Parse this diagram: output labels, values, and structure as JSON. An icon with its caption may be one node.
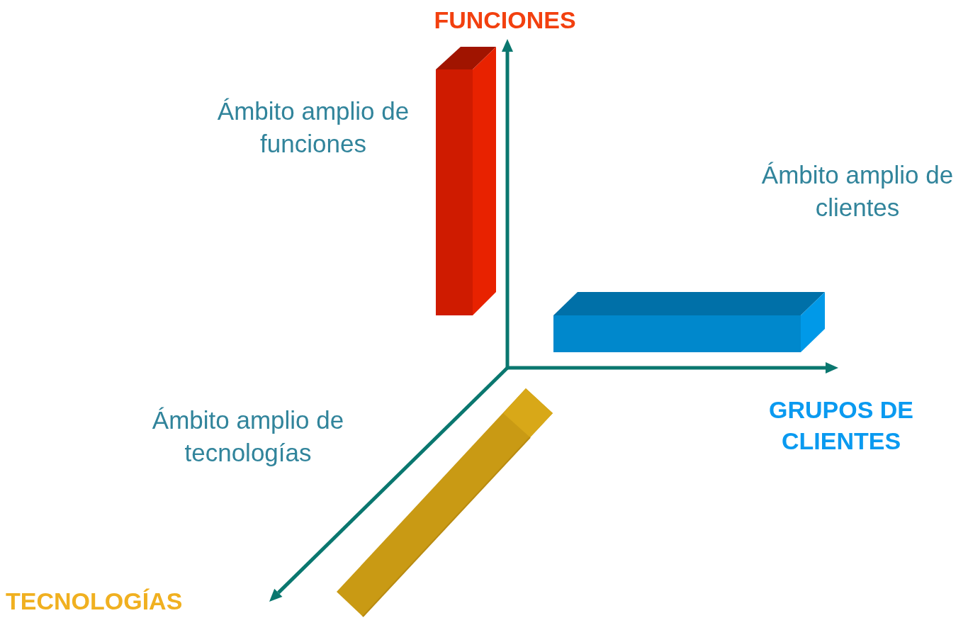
{
  "diagram": {
    "labels": [
      "FUNCIONES",
      "Ámbito amplio de funciones",
      "Ámbito amplio de clientes",
      "GRUPOS DE CLIENTES",
      "Ámbito amplio de tecnologías",
      "TECNOLOGÍAS"
    ]
  }
}
